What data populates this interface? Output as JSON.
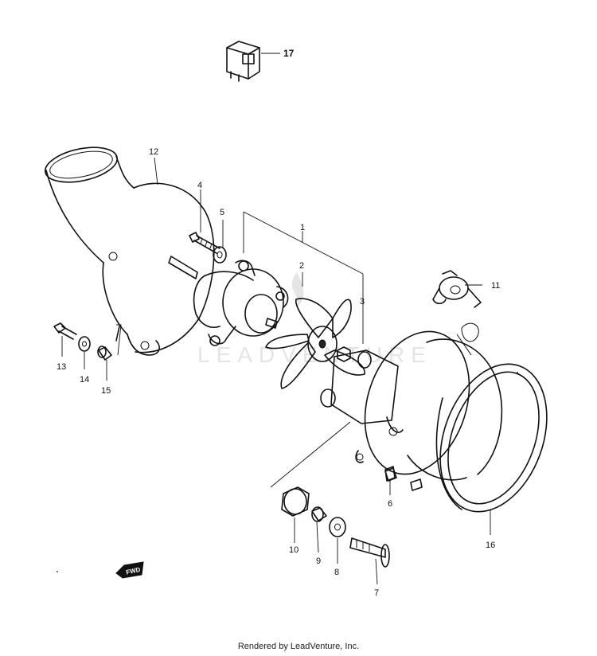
{
  "callouts": [
    "1",
    "2",
    "3",
    "4",
    "5",
    "6",
    "7",
    "8",
    "9",
    "10",
    "11",
    "12",
    "13",
    "14",
    "15",
    "16",
    "17"
  ],
  "watermark": "LEADVENTURE",
  "fwd_label": "FWD",
  "footer": "Rendered by LeadVenture, Inc."
}
